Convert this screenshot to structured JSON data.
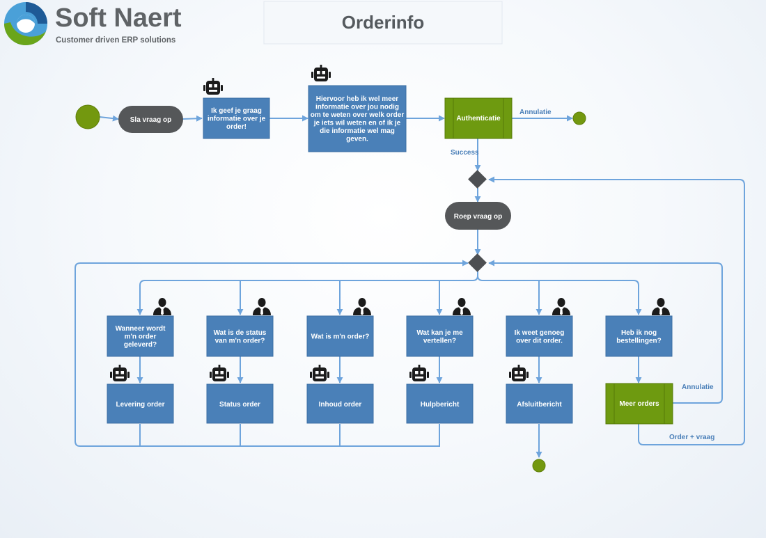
{
  "header": {
    "brand_name": "Soft Naert",
    "brand_tagline": "Customer driven ERP solutions",
    "title": "Orderinfo"
  },
  "colors": {
    "edge": "#6ea4dc",
    "box_fill": "#4a80b8",
    "box_stroke": "#3b6ea3",
    "green_fill": "#6e9a10",
    "green_stroke": "#567a08",
    "dark_fill": "#555759",
    "gate_fill": "#4d4f52",
    "terminal_fill": "#73980f",
    "label_text": "#4a7fb8",
    "icon": "#1b1b1b"
  },
  "nodes": {
    "start": "",
    "sla_vraag_op": "Sla vraag op",
    "geef_info": "Ik geef je graag informatie over je order!",
    "meer_info": "Hiervoor heb ik  wel meer informatie over jou nodig om te weten over welk order je iets wil  weten en of ik je die informatie wel mag geven.",
    "authenticatie": "Authenticatie",
    "roep_vraag_op": "Roep vraag op",
    "q_levering": "Wanneer wordt m'n order geleverd?",
    "q_status": "Wat is de status van m'n order?",
    "q_inhoud": "Wat is m'n order?",
    "q_help": "Wat kan je me vertellen?",
    "q_genoeg": "Ik weet genoeg over dit order.",
    "q_meer": "Heb ik nog bestellingen?",
    "r_levering": "Levering order",
    "r_status": "Status order",
    "r_inhoud": "Inhoud order",
    "r_help": "Hulpbericht",
    "r_afsluit": "Afsluitbericht",
    "r_meer": "Meer orders"
  },
  "edge_labels": {
    "annulatie_top": "Annulatie",
    "success": "Success",
    "annulatie_bottom": "Annulatie",
    "order_vraag": "Order + vraag"
  }
}
